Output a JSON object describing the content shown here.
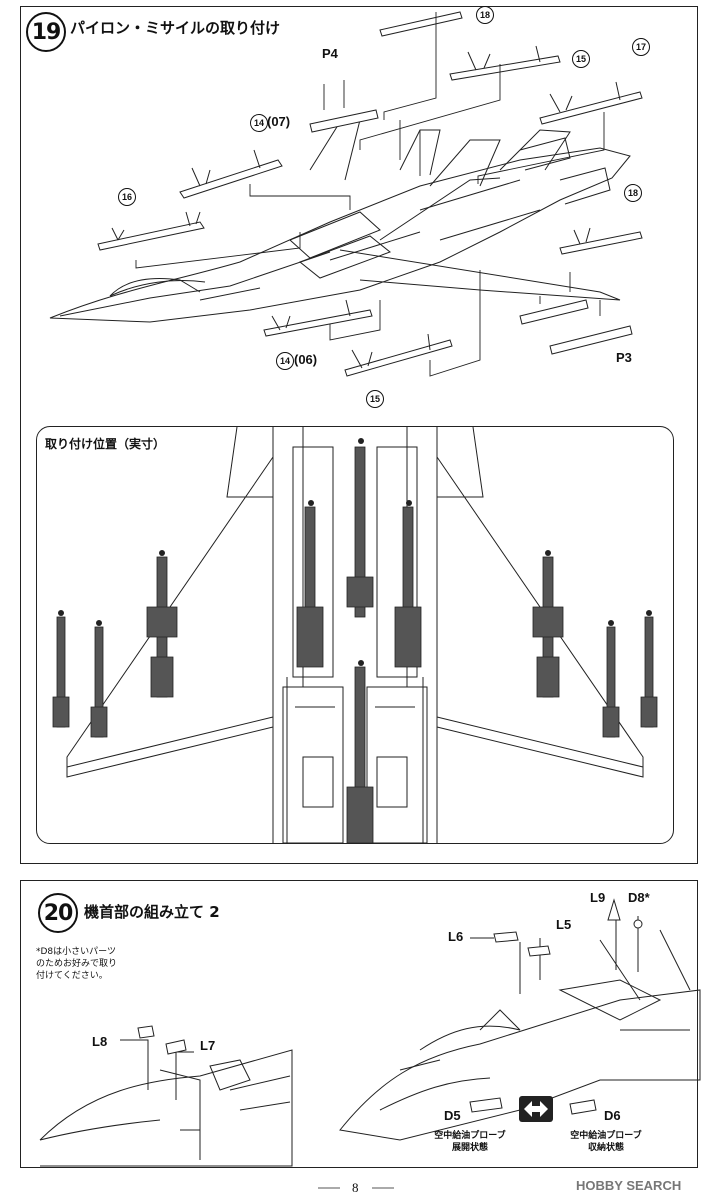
{
  "step19": {
    "number": "19",
    "title": "パイロン・ミサイルの取り付け",
    "part_labels": {
      "p4": "P4",
      "p3": "P3",
      "n14_07_num": "14",
      "n14_07_suffix": "(07)",
      "n14_06_num": "14",
      "n14_06_suffix": "(06)",
      "n15a": "15",
      "n15b": "15",
      "n16": "16",
      "n17": "17",
      "n18a": "18",
      "n18b": "18"
    },
    "inset_title": "取り付け位置（実寸）"
  },
  "step20": {
    "number": "20",
    "title": "機首部の組み立て 2",
    "note": "*D8は小さいパーツ\nのためお好みで取り\n付けてください。",
    "part_labels": {
      "l6": "L6",
      "l5": "L5",
      "l9": "L9",
      "d8": "D8*",
      "l8": "L8",
      "l7": "L7",
      "d5": "D5",
      "d6": "D6"
    },
    "caption_deployed": "空中給油プローブ\n展開状態",
    "caption_stowed": "空中給油プローブ\n収納状態"
  },
  "footer": {
    "page_number": "8"
  },
  "watermark": {
    "text": "HOBBY SEARCH"
  }
}
